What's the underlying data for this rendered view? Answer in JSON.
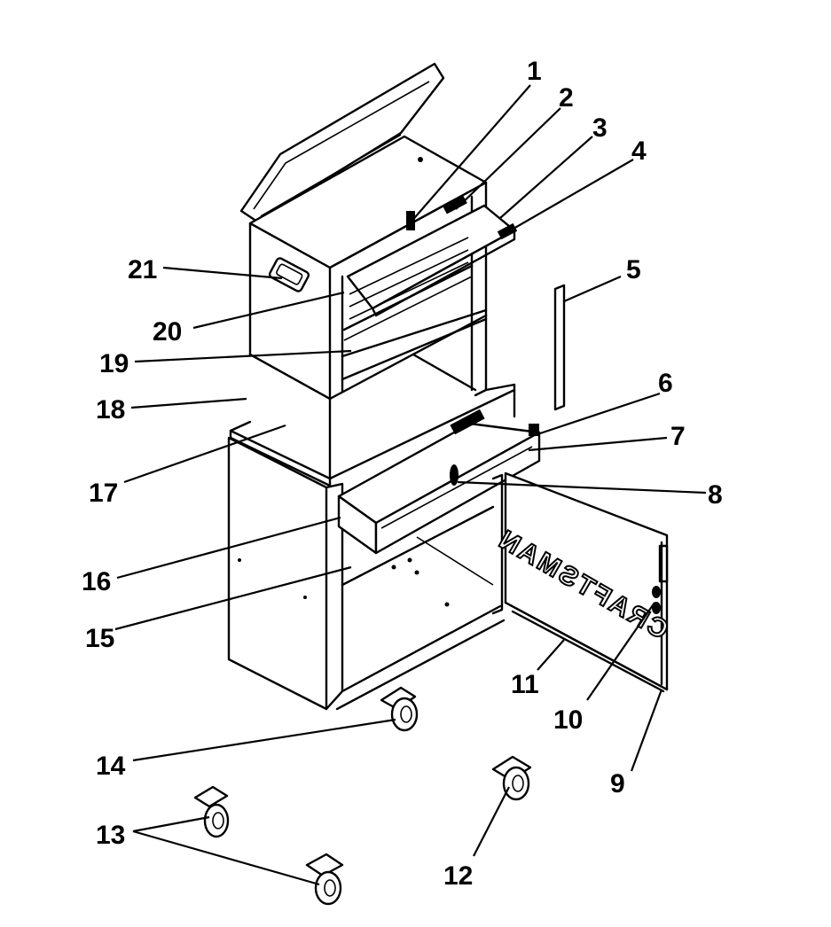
{
  "brand_text": "CRAFTSMAN",
  "callouts": [
    {
      "id": "1",
      "text": "1"
    },
    {
      "id": "2",
      "text": "2"
    },
    {
      "id": "3",
      "text": "3"
    },
    {
      "id": "4",
      "text": "4"
    },
    {
      "id": "5",
      "text": "5"
    },
    {
      "id": "6",
      "text": "6"
    },
    {
      "id": "7",
      "text": "7"
    },
    {
      "id": "8",
      "text": "8"
    },
    {
      "id": "9",
      "text": "9"
    },
    {
      "id": "10",
      "text": "10"
    },
    {
      "id": "11",
      "text": "11"
    },
    {
      "id": "12",
      "text": "12"
    },
    {
      "id": "13",
      "text": "13"
    },
    {
      "id": "14",
      "text": "14"
    },
    {
      "id": "15",
      "text": "15"
    },
    {
      "id": "16",
      "text": "16"
    },
    {
      "id": "17",
      "text": "17"
    },
    {
      "id": "18",
      "text": "18"
    },
    {
      "id": "19",
      "text": "19"
    },
    {
      "id": "20",
      "text": "20"
    },
    {
      "id": "21",
      "text": "21"
    }
  ]
}
